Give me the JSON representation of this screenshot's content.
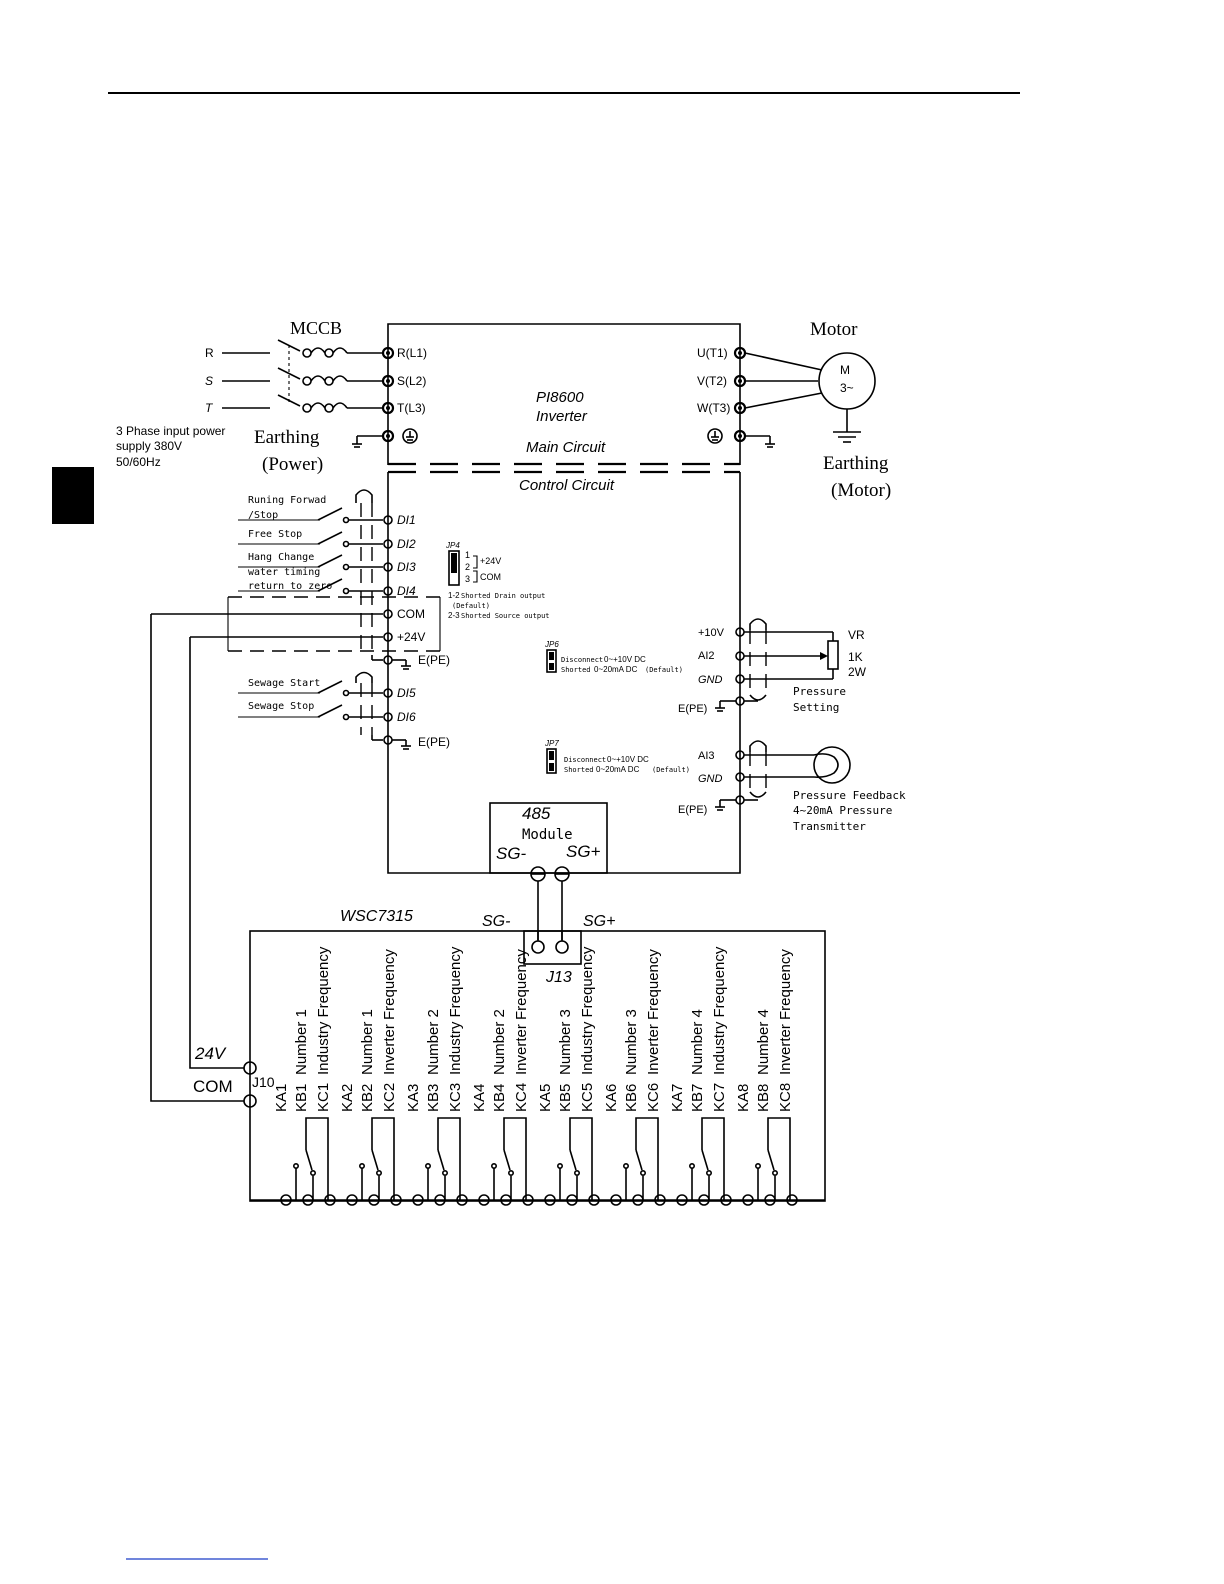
{
  "header": {
    "rule": true
  },
  "supply": {
    "phase_r": "R",
    "phase_s": "S",
    "phase_t": "T",
    "desc1": "3 Phase input power",
    "desc2": "supply 380V",
    "desc3": "50/60Hz",
    "mccb": "MCCB",
    "earthing1": "Earthing",
    "earthing2": "(Power)"
  },
  "inverter": {
    "model": "PI8600",
    "type": "Inverter",
    "main_circuit": "Main Circuit",
    "control_circuit": "Control Circuit",
    "in_terminals": [
      "R(L1)",
      "S(L2)",
      "T(L3)"
    ],
    "out_terminals": [
      "U(T1)",
      "V(T2)",
      "W(T3)"
    ]
  },
  "motor": {
    "title": "Motor",
    "m": "M",
    "phase": "3~",
    "earthing1": "Earthing",
    "earthing2": "(Motor)"
  },
  "digital_inputs": {
    "labels": [
      "Runing Forwad",
      "/Stop",
      "Free Stop",
      "Hang Change",
      "water timing",
      "return to zero"
    ],
    "terminals": [
      "DI1",
      "DI2",
      "DI3",
      "DI4",
      "COM",
      "+24V",
      "E(PE)"
    ],
    "sewage_start": "Sewage Start",
    "sewage_stop": "Sewage Stop",
    "sewage_terminals": [
      "DI5",
      "DI6",
      "E(PE)"
    ]
  },
  "jumpers": {
    "jp4": "JP4",
    "jp4_pins": [
      "1",
      "2",
      "3"
    ],
    "jp4_24v": "+24V",
    "jp4_com": "COM",
    "jp4_note1_a": "1-2",
    "jp4_note1_b": "Shorted Drain output",
    "jp4_note1_c": "(Default)",
    "jp4_note2_a": "2-3",
    "jp4_note2_b": "Shorted Source output",
    "jp6": "JP6",
    "jp6_l1a": "Disconnect",
    "jp6_l1b": "0~+10V   DC",
    "jp6_l2a": "Shorted",
    "jp6_l2b": "0~20mA  DC",
    "jp6_l2c": "(Default)",
    "jp7": "JP7",
    "jp7_l1a": "Disconnect",
    "jp7_l1b": "0~+10V   DC",
    "jp7_l2a": "Shorted",
    "jp7_l2b": "0~20mA  DC",
    "jp7_l2c": "(Default)"
  },
  "analog": {
    "terminals_a": [
      "+10V",
      "AI2",
      "GND",
      "E(PE)"
    ],
    "vr": "VR",
    "r1": "1K",
    "r2": "2W",
    "pressure_setting1": "Pressure",
    "pressure_setting2": "Setting",
    "terminals_b": [
      "AI3",
      "GND",
      "E(PE)"
    ],
    "feedback1": "Pressure Feedback",
    "feedback2": "4~20mA Pressure",
    "feedback3": "Transmitter"
  },
  "module485": {
    "title": "485",
    "subtitle": "Module",
    "sg_minus": "SG-",
    "sg_plus": "SG+"
  },
  "controller": {
    "name": "WSC7315",
    "sg_minus": "SG-",
    "sg_plus": "SG+",
    "j13": "J13",
    "j10": "J10",
    "v24": "24V",
    "com": "COM",
    "relays": [
      {
        "ka": "KA1",
        "kb": "KB1",
        "kc": "KC1",
        "num": "Number 1",
        "kind": "Industry Frequency"
      },
      {
        "ka": "KA2",
        "kb": "KB2",
        "kc": "KC2",
        "num": "Number 1",
        "kind": "Inverter Frequency"
      },
      {
        "ka": "KA3",
        "kb": "KB3",
        "kc": "KC3",
        "num": "Number 2",
        "kind": "Industry Frequency"
      },
      {
        "ka": "KA4",
        "kb": "KB4",
        "kc": "KC4",
        "num": "Number 2",
        "kind": "Inverter Frequency"
      },
      {
        "ka": "KA5",
        "kb": "KB5",
        "kc": "KC5",
        "num": "Number 3",
        "kind": "Industry Frequency"
      },
      {
        "ka": "KA6",
        "kb": "KB6",
        "kc": "KC6",
        "num": "Number 3",
        "kind": "Inverter Frequency"
      },
      {
        "ka": "KA7",
        "kb": "KB7",
        "kc": "KC7",
        "num": "Number 4",
        "kind": "Industry Frequency"
      },
      {
        "ka": "KA8",
        "kb": "KB8",
        "kc": "KC8",
        "num": "Number 4",
        "kind": "Inverter Frequency"
      }
    ]
  },
  "colors": {
    "line": "#000000",
    "background": "#ffffff",
    "footer_link": "#1a3cc8"
  }
}
